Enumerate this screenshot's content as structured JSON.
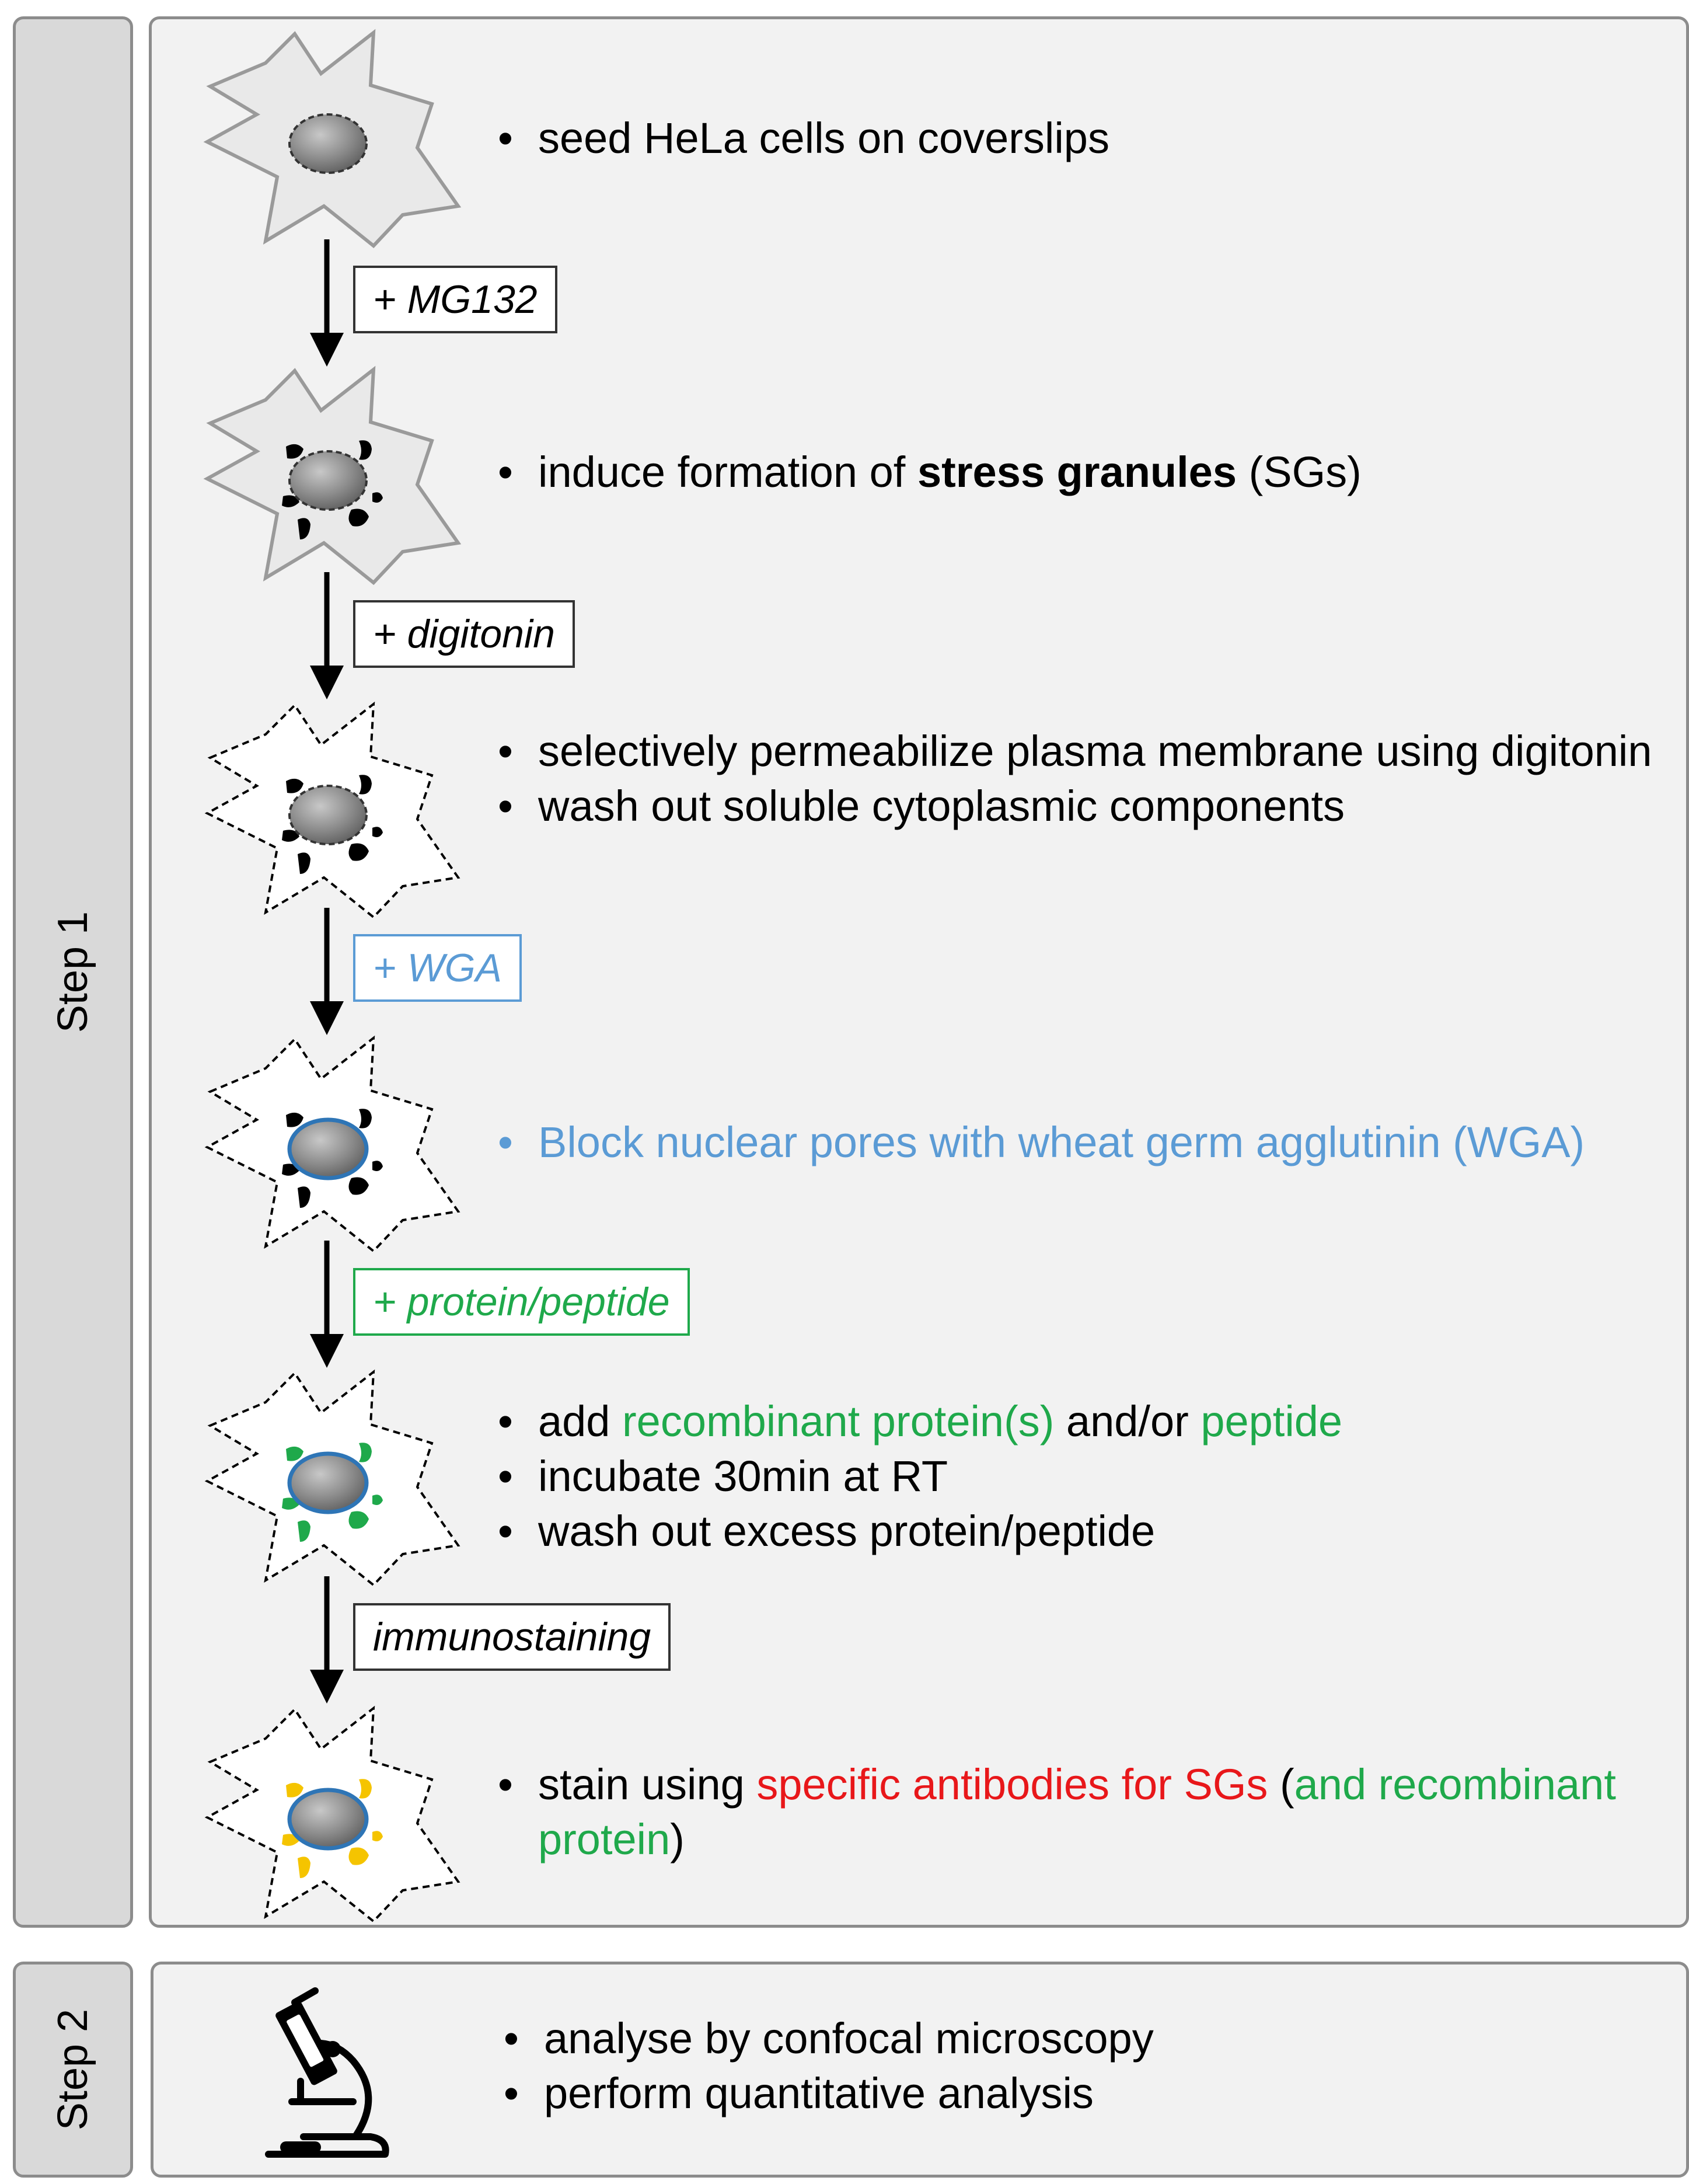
{
  "step1": {
    "label": "Step 1",
    "items": [
      {
        "bullets": [
          "seed HeLa cells on coverslips"
        ],
        "reagent": "+ MG132"
      },
      {
        "bullets_rich": {
          "pre": "induce formation of",
          "bold": "stress granules",
          "post": "(SGs)"
        },
        "reagent": "+ digitonin"
      },
      {
        "bullets": [
          "selectively permeabilize plasma membrane using digitonin",
          "wash out soluble cytoplasmic components"
        ],
        "reagent": "+ WGA"
      },
      {
        "bullets": [
          "Block nuclear pores with wheat germ agglutinin (WGA)"
        ],
        "reagent": "+ protein/peptide"
      },
      {
        "bullets_rich": {
          "b1_pre": "add",
          "b1_green1": "recombinant protein(s)",
          "b1_mid": "and/or",
          "b1_green2": "peptide"
        },
        "bullets": [
          "incubate 30min at RT",
          "wash out excess protein/peptide"
        ],
        "reagent": "immunostaining"
      },
      {
        "bullets_rich": {
          "pre": "stain using",
          "red": "specific antibodies for SGs",
          "open": "(",
          "green": "and recombinant protein",
          "close": ")"
        }
      }
    ]
  },
  "step2": {
    "label": "Step 2",
    "icon": "microscope-icon",
    "bullets": [
      "analyse by confocal microscopy",
      "perform quantitative analysis"
    ]
  },
  "colors": {
    "green": "#1fa94b",
    "red": "#e8171a",
    "blue": "#5b9bd5",
    "granule_black": "#000000",
    "granule_green": "#1fa94b",
    "granule_yellow": "#f5c400",
    "nucleus": "#8a8a8a",
    "panel_bg": "#f2f2f2",
    "label_bg": "#d9d9d9"
  }
}
